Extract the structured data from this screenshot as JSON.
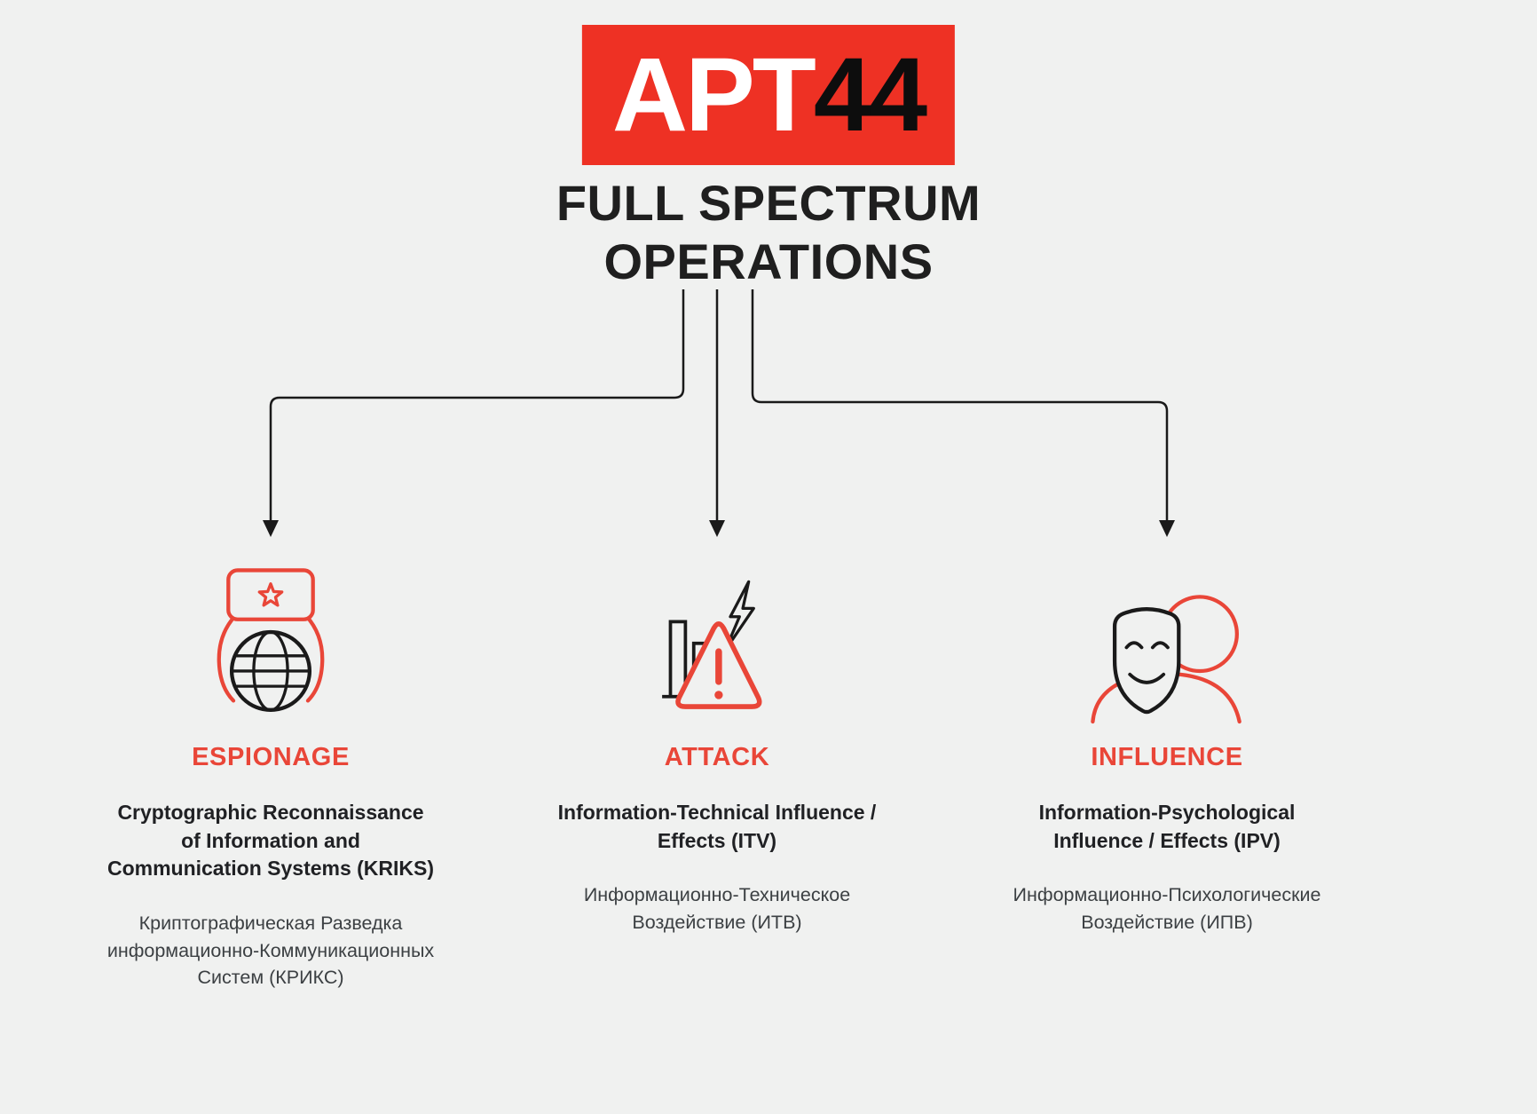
{
  "header": {
    "logo_apt": "APT",
    "logo_44": "44",
    "title_line1": "FULL SPECTRUM",
    "title_line2": "OPERATIONS"
  },
  "colors": {
    "logo_red": "#ee3124",
    "accent_red": "#e94638",
    "ink": "#1f1f1f",
    "text_gray": "#3c4043",
    "background": "#f0f1f0"
  },
  "columns": [
    {
      "icon": "spy-globe-icon",
      "heading": "ESPIONAGE",
      "label_en": "Cryptographic Reconnaissance\nof Information and\nCommunication Systems (KRIKS)",
      "label_ru": "Криптографическая Разведка\nинформационно-Коммуникационных\nСистем (КРИКС)"
    },
    {
      "icon": "attack-warning-icon",
      "heading": "ATTACK",
      "label_en": "Information-Technical Influence /\nEffects (ITV)",
      "label_ru": "Информационно-Техническое\nВоздействие (ИТВ)"
    },
    {
      "icon": "influence-mask-icon",
      "heading": "INFLUENCE",
      "label_en": "Information-Psychological\nInfluence / Effects (IPV)",
      "label_ru": "Информационно-Психологические\nВоздействие (ИПВ)"
    }
  ]
}
